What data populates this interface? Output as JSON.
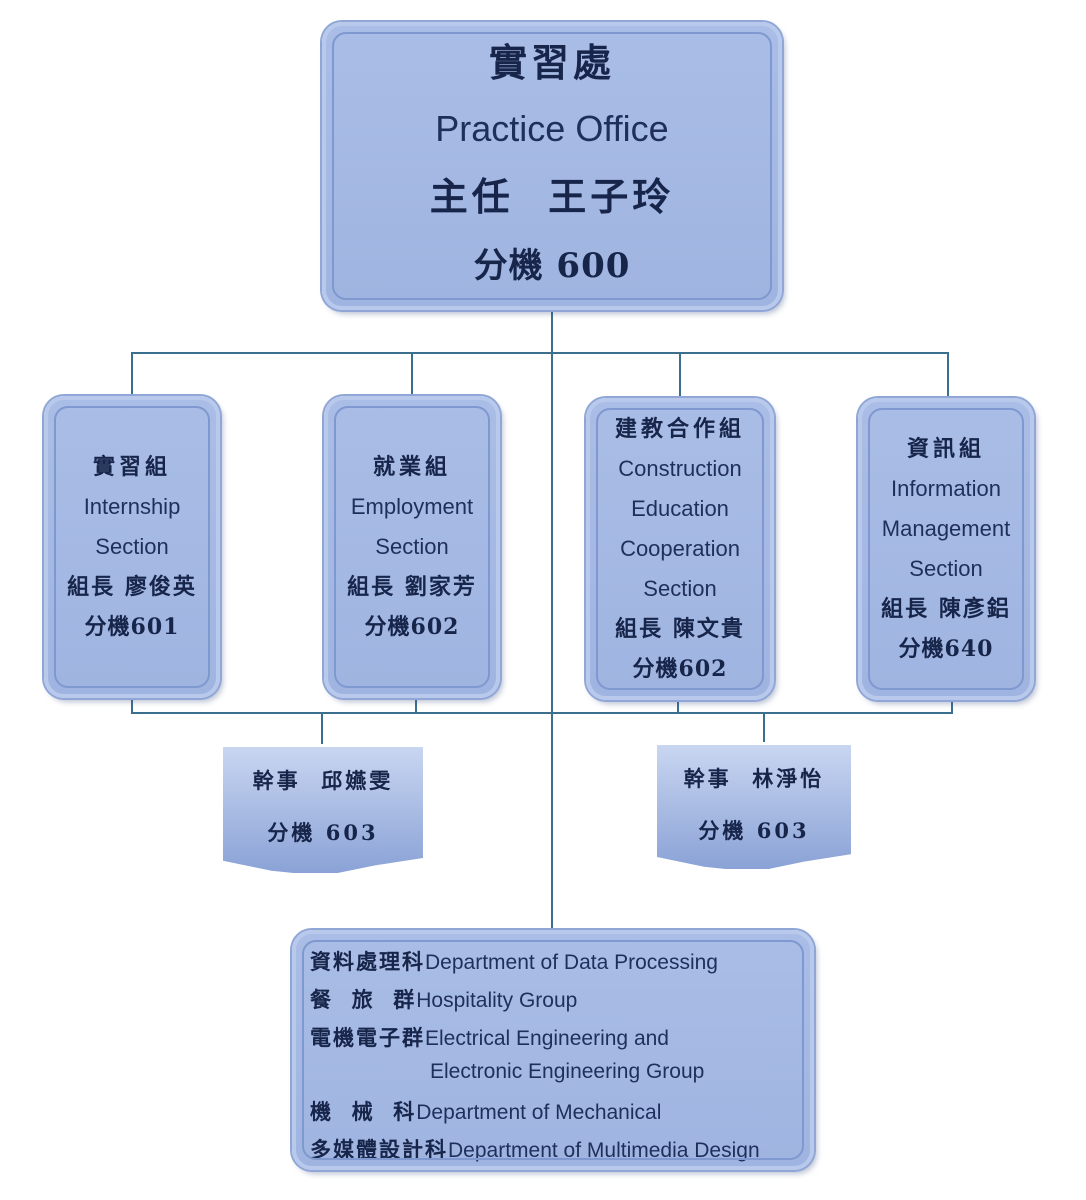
{
  "top": {
    "title_zh": "實習處",
    "title_en": "Practice Office",
    "director": "主任  王子玲",
    "ext": "分機 600"
  },
  "sections": [
    {
      "zh": "實習組",
      "en": [
        "Internship",
        "Section"
      ],
      "leader": "組長 廖俊英",
      "ext": "分機601"
    },
    {
      "zh": "就業組",
      "en": [
        "Employment",
        "Section"
      ],
      "leader": "組長 劉家芳",
      "ext": "分機602"
    },
    {
      "zh": "建教合作組",
      "en": [
        "Construction",
        "Education",
        "Cooperation",
        "Section"
      ],
      "leader": "組長 陳文貴",
      "ext": "分機602"
    },
    {
      "zh": "資訊組",
      "en": [
        "Information",
        "Management",
        "Section"
      ],
      "leader": "組長 陳彥鋁",
      "ext": "分機640"
    }
  ],
  "staff": [
    {
      "name": "幹事  邱嬿雯",
      "ext": "分機 603"
    },
    {
      "name": "幹事  林淨怡",
      "ext": "分機 603"
    }
  ],
  "departments": [
    {
      "zh": "資料處理科",
      "en": "Department of Data Processing"
    },
    {
      "zh": "餐  旅  群",
      "en": "Hospitality Group"
    },
    {
      "zh": "電機電子群",
      "en": "Electrical Engineering and"
    },
    {
      "zh": "",
      "en": "Electronic Engineering Group"
    },
    {
      "zh": "機  械  科",
      "en": "Department of Mechanical"
    },
    {
      "zh": "多媒體設計科",
      "en": "Department of Multimedia  Design"
    }
  ]
}
